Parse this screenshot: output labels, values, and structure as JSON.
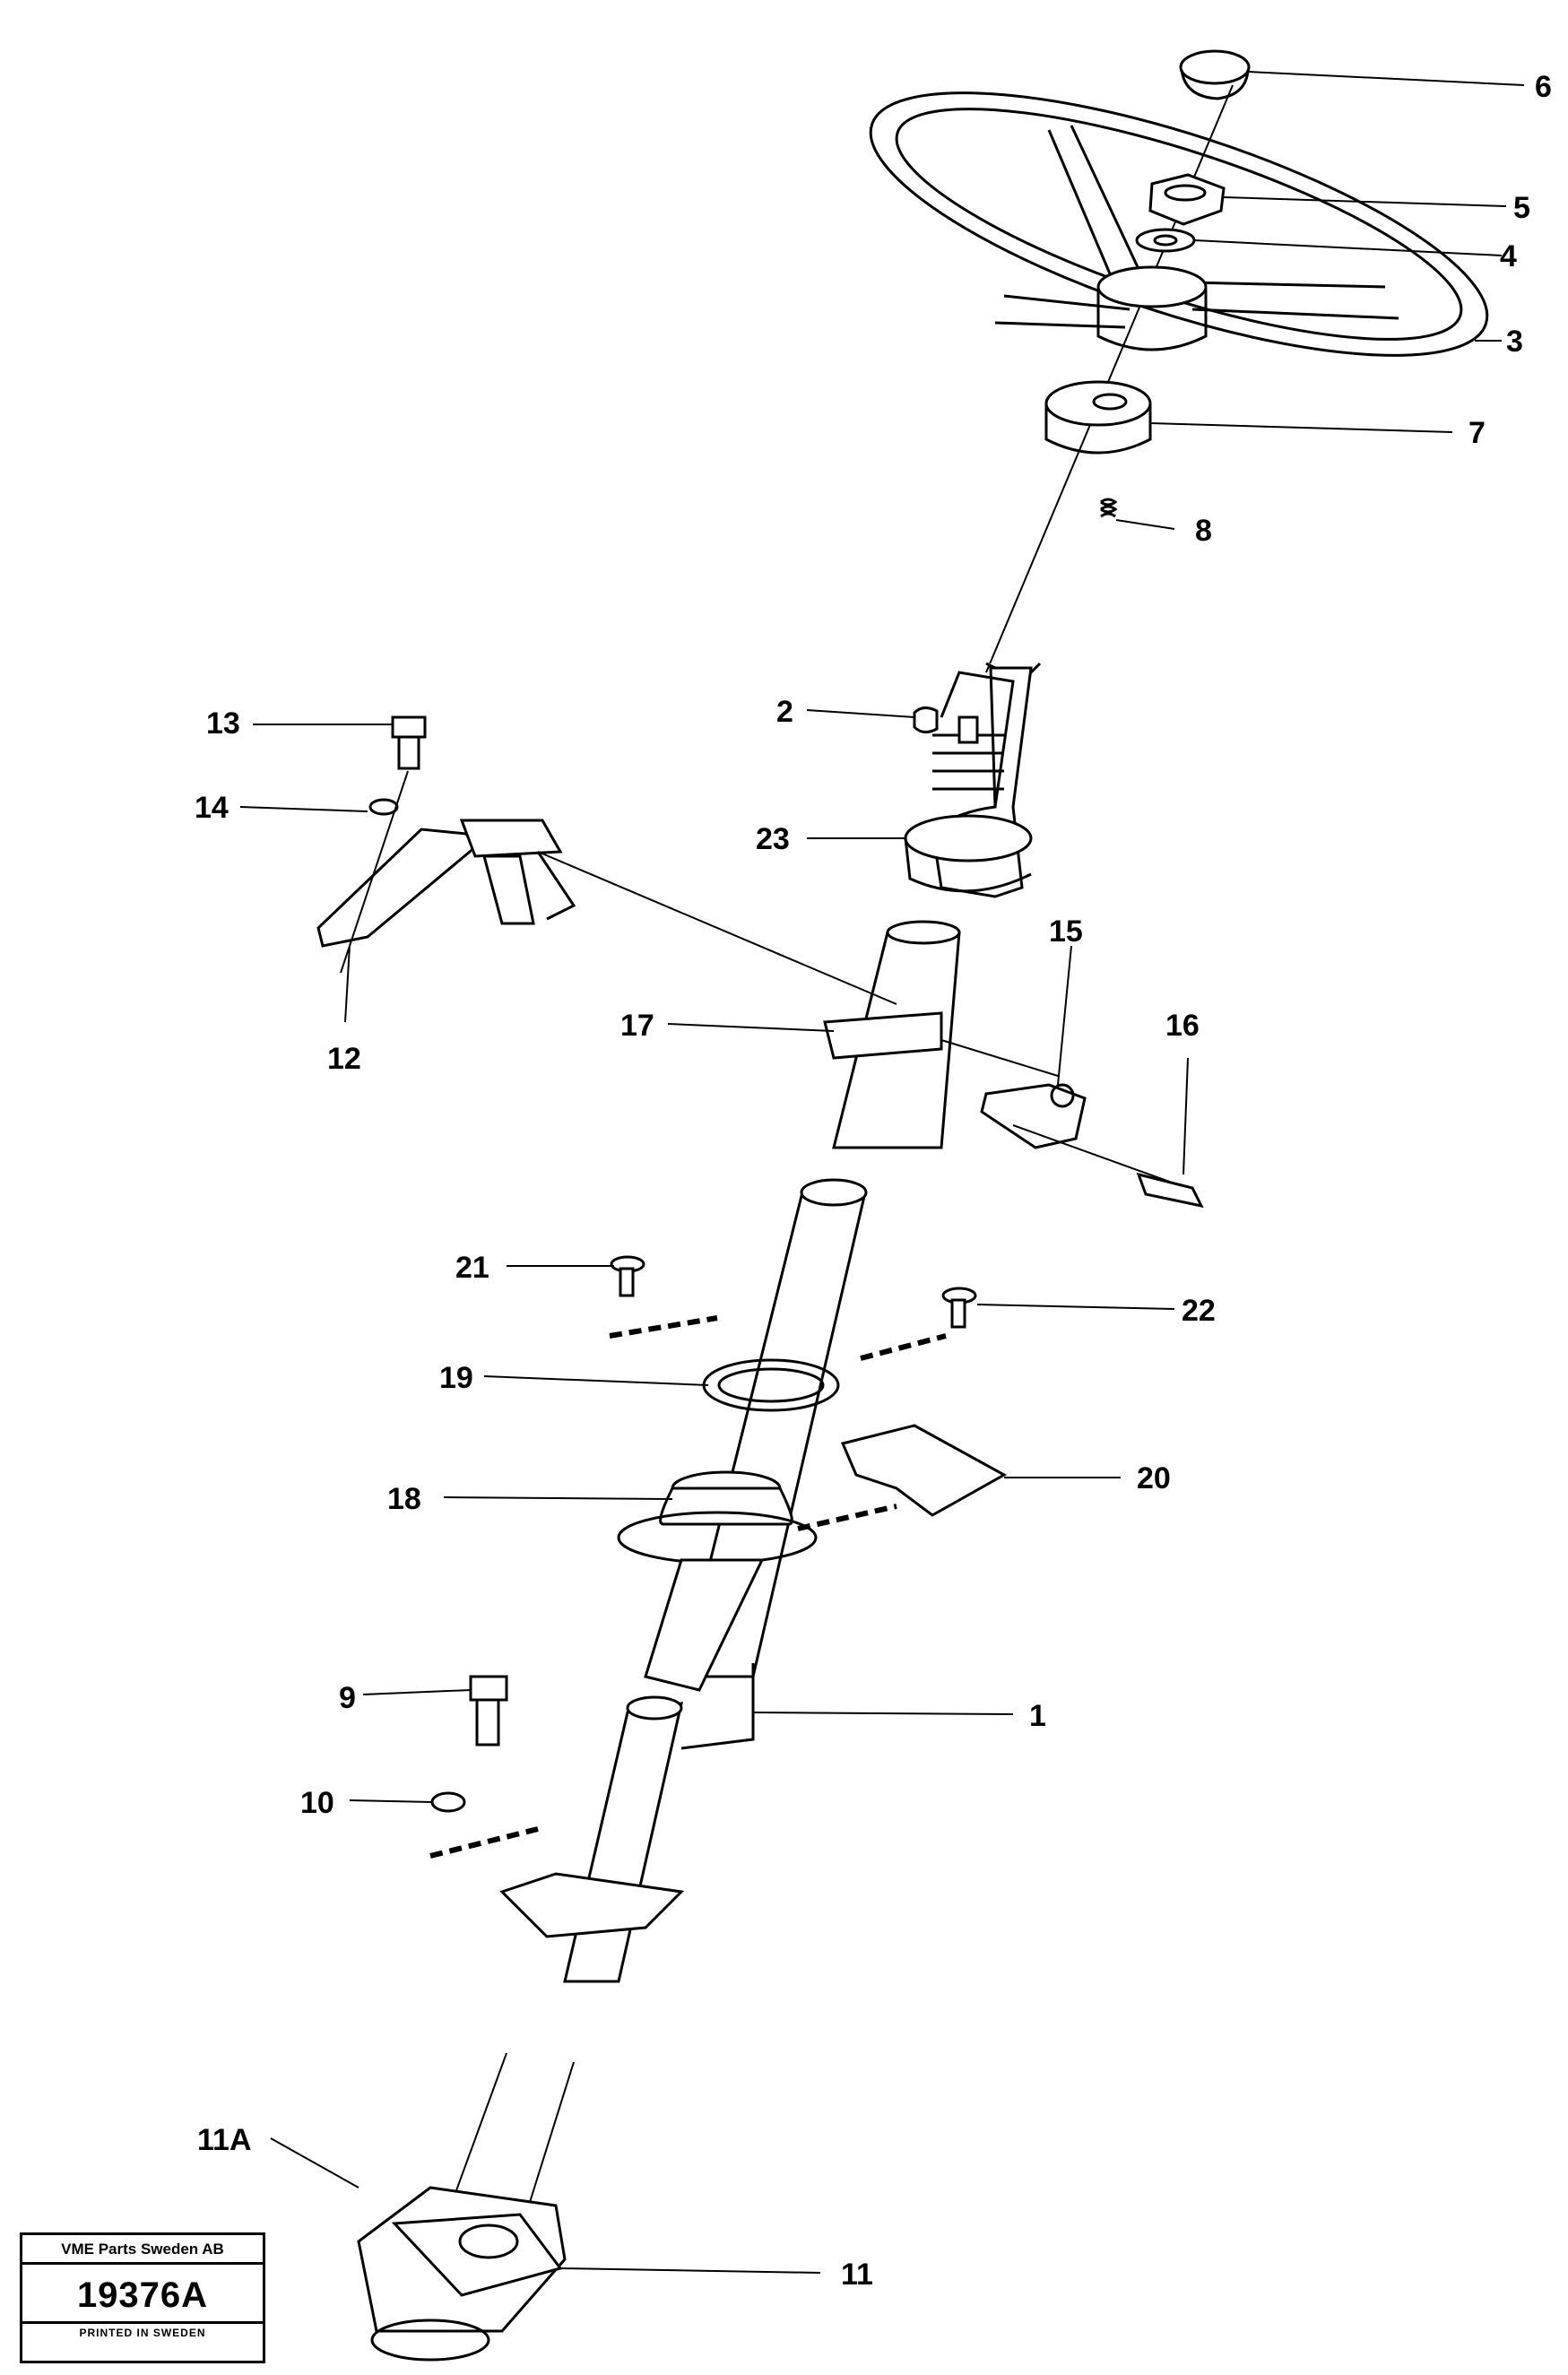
{
  "callouts": [
    {
      "id": "6",
      "text": "6"
    },
    {
      "id": "5",
      "text": "5"
    },
    {
      "id": "4",
      "text": "4"
    },
    {
      "id": "3",
      "text": "3"
    },
    {
      "id": "7",
      "text": "7"
    },
    {
      "id": "8",
      "text": "8"
    },
    {
      "id": "2",
      "text": "2"
    },
    {
      "id": "13",
      "text": "13"
    },
    {
      "id": "14",
      "text": "14"
    },
    {
      "id": "23",
      "text": "23"
    },
    {
      "id": "12",
      "text": "12"
    },
    {
      "id": "15",
      "text": "15"
    },
    {
      "id": "16",
      "text": "16"
    },
    {
      "id": "17",
      "text": "17"
    },
    {
      "id": "21",
      "text": "21"
    },
    {
      "id": "22",
      "text": "22"
    },
    {
      "id": "19",
      "text": "19"
    },
    {
      "id": "20",
      "text": "20"
    },
    {
      "id": "18",
      "text": "18"
    },
    {
      "id": "1",
      "text": "1"
    },
    {
      "id": "9",
      "text": "9"
    },
    {
      "id": "10",
      "text": "10"
    },
    {
      "id": "11A",
      "text": "11A"
    },
    {
      "id": "11",
      "text": "11"
    }
  ],
  "stamp": {
    "company": "VME Parts Sweden AB",
    "doc_number": "19376A",
    "printed": "PRINTED IN SWEDEN"
  }
}
